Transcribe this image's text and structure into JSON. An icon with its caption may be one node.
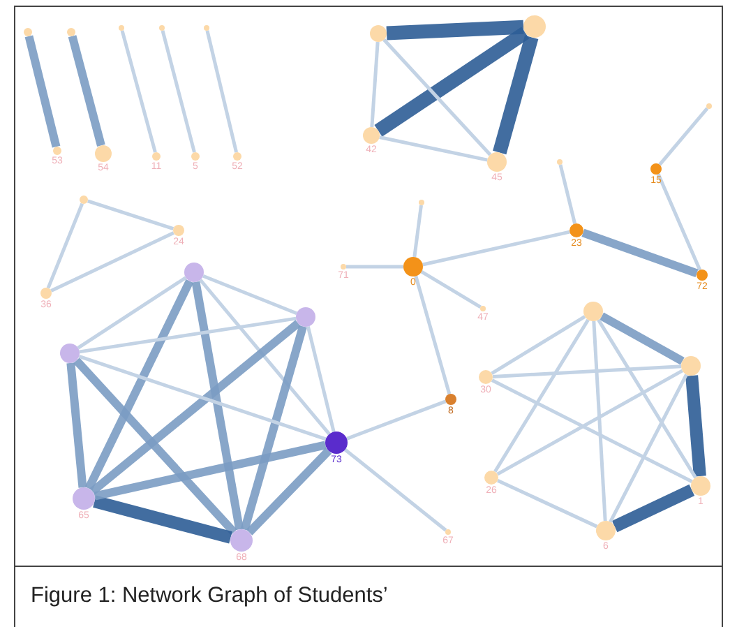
{
  "diagram": {
    "caption": "Figure 1: Network Graph of Students’",
    "nodes": [
      {
        "text": [],
        "shape": "circle"
      },
      {
        "text": [],
        "shape": "circle"
      },
      {
        "text": [],
        "shape": "circle"
      },
      {
        "text": [],
        "shape": "circle"
      },
      {
        "text": [],
        "shape": "circle"
      },
      {
        "text": [],
        "shape": "circle",
        "beside": [
          "53"
        ]
      },
      {
        "text": [],
        "shape": "circle",
        "beside": [
          "54"
        ]
      },
      {
        "text": [],
        "shape": "circle",
        "beside": [
          "11"
        ]
      },
      {
        "text": [],
        "shape": "circle",
        "beside": [
          "5"
        ]
      },
      {
        "text": [],
        "shape": "circle",
        "beside": [
          "52"
        ]
      },
      {
        "text": [],
        "shape": "circle"
      },
      {
        "text": [],
        "shape": "circle"
      },
      {
        "text": [],
        "shape": "circle",
        "beside": [
          "42"
        ]
      },
      {
        "text": [],
        "shape": "circle",
        "beside": [
          "45"
        ]
      },
      {
        "text": [],
        "shape": "circle"
      },
      {
        "text": [],
        "shape": "circle"
      },
      {
        "text": [],
        "shape": "circle",
        "beside": [
          "15"
        ]
      },
      {
        "text": [],
        "shape": "circle"
      },
      {
        "text": [],
        "shape": "circle"
      },
      {
        "text": [],
        "shape": "circle",
        "beside": [
          "23"
        ]
      },
      {
        "text": [],
        "shape": "circle",
        "beside": [
          "24"
        ]
      },
      {
        "text": [],
        "shape": "circle",
        "beside": [
          "0"
        ]
      },
      {
        "text": [],
        "shape": "circle",
        "beside": [
          "71"
        ]
      },
      {
        "text": [],
        "shape": "circle"
      },
      {
        "text": [],
        "shape": "circle",
        "beside": [
          "72"
        ]
      },
      {
        "text": [],
        "shape": "circle",
        "beside": [
          "36"
        ]
      },
      {
        "text": [],
        "shape": "circle",
        "beside": [
          "47"
        ]
      },
      {
        "text": [],
        "shape": "circle"
      },
      {
        "text": [],
        "shape": "circle"
      },
      {
        "text": [],
        "shape": "circle"
      },
      {
        "text": [],
        "shape": "circle"
      },
      {
        "text": [],
        "shape": "circle",
        "beside": [
          "30"
        ]
      },
      {
        "text": [],
        "shape": "circle",
        "beside": [
          "8"
        ]
      },
      {
        "text": [],
        "shape": "circle",
        "beside": [
          "73"
        ]
      },
      {
        "text": [],
        "shape": "circle",
        "beside": [
          "26"
        ]
      },
      {
        "text": [],
        "shape": "circle",
        "beside": [
          "1"
        ]
      },
      {
        "text": [],
        "shape": "circle",
        "beside": [
          "65"
        ]
      },
      {
        "text": [],
        "shape": "circle",
        "beside": [
          "67"
        ]
      },
      {
        "text": [],
        "shape": "circle",
        "beside": [
          "6"
        ]
      },
      {
        "text": [],
        "shape": "circle",
        "beside": [
          "68"
        ]
      }
    ],
    "edges": [
      {
        "from": 0,
        "to": 5,
        "arrow": "none",
        "style": "thick",
        "color": "#7b9cc3"
      },
      {
        "from": 1,
        "to": 6,
        "arrow": "none",
        "style": "thick",
        "color": "#7b9cc3"
      },
      {
        "from": 2,
        "to": 7,
        "arrow": "none"
      },
      {
        "from": 3,
        "to": 8,
        "arrow": "none"
      },
      {
        "from": 4,
        "to": 9,
        "arrow": "none"
      },
      {
        "from": 10,
        "to": 11,
        "arrow": "none",
        "style": "thick",
        "color": "#2e5d96"
      },
      {
        "from": 12,
        "to": 11,
        "arrow": "none",
        "style": "thick",
        "color": "#2e5d96"
      },
      {
        "from": 13,
        "to": 11,
        "arrow": "none",
        "style": "thick",
        "color": "#2e5d96"
      },
      {
        "from": 10,
        "to": 12,
        "arrow": "none"
      },
      {
        "from": 10,
        "to": 13,
        "arrow": "none"
      },
      {
        "from": 12,
        "to": 13,
        "arrow": "none"
      },
      {
        "from": 14,
        "to": 16,
        "arrow": "none"
      },
      {
        "from": 16,
        "to": 24,
        "arrow": "none"
      },
      {
        "from": 15,
        "to": 19,
        "arrow": "none"
      },
      {
        "from": 19,
        "to": 24,
        "arrow": "none",
        "style": "thick",
        "color": "#7b9cc3"
      },
      {
        "from": 21,
        "to": 19,
        "arrow": "none"
      },
      {
        "from": 21,
        "to": 17,
        "arrow": "none"
      },
      {
        "from": 21,
        "to": 22,
        "arrow": "none"
      },
      {
        "from": 21,
        "to": 26,
        "arrow": "none"
      },
      {
        "from": 21,
        "to": 32,
        "arrow": "none"
      },
      {
        "from": 18,
        "to": 20,
        "arrow": "none"
      },
      {
        "from": 18,
        "to": 25,
        "arrow": "none"
      },
      {
        "from": 20,
        "to": 25,
        "arrow": "none"
      },
      {
        "from": 23,
        "to": 28,
        "arrow": "none"
      },
      {
        "from": 23,
        "to": 29,
        "arrow": "none"
      },
      {
        "from": 23,
        "to": 36,
        "arrow": "none",
        "style": "thick",
        "color": "#7b9cc3"
      },
      {
        "from": 23,
        "to": 39,
        "arrow": "none",
        "style": "thick",
        "color": "#7b9cc3"
      },
      {
        "from": 23,
        "to": 33,
        "arrow": "none"
      },
      {
        "from": 28,
        "to": 29,
        "arrow": "none"
      },
      {
        "from": 28,
        "to": 36,
        "arrow": "none",
        "style": "thick",
        "color": "#7b9cc3"
      },
      {
        "from": 28,
        "to": 39,
        "arrow": "none",
        "style": "thick",
        "color": "#7b9cc3"
      },
      {
        "from": 28,
        "to": 33,
        "arrow": "none"
      },
      {
        "from": 29,
        "to": 36,
        "arrow": "none",
        "style": "thick",
        "color": "#7b9cc3"
      },
      {
        "from": 29,
        "to": 39,
        "arrow": "none",
        "style": "thick",
        "color": "#7b9cc3"
      },
      {
        "from": 29,
        "to": 33,
        "arrow": "none"
      },
      {
        "from": 36,
        "to": 39,
        "arrow": "none",
        "style": "thick",
        "color": "#2e5d96"
      },
      {
        "from": 36,
        "to": 33,
        "arrow": "none",
        "style": "thick",
        "color": "#7b9cc3"
      },
      {
        "from": 39,
        "to": 33,
        "arrow": "none",
        "style": "thick",
        "color": "#7b9cc3"
      },
      {
        "from": 33,
        "to": 32,
        "arrow": "none"
      },
      {
        "from": 33,
        "to": 37,
        "arrow": "none"
      },
      {
        "from": 27,
        "to": 30,
        "arrow": "none",
        "style": "thick",
        "color": "#7b9cc3"
      },
      {
        "from": 30,
        "to": 35,
        "arrow": "none",
        "style": "thick",
        "color": "#2e5d96"
      },
      {
        "from": 35,
        "to": 38,
        "arrow": "none",
        "style": "thick",
        "color": "#2e5d96"
      },
      {
        "from": 27,
        "to": 31,
        "arrow": "none"
      },
      {
        "from": 27,
        "to": 34,
        "arrow": "none"
      },
      {
        "from": 27,
        "to": 38,
        "arrow": "none"
      },
      {
        "from": 27,
        "to": 35,
        "arrow": "none"
      },
      {
        "from": 31,
        "to": 30,
        "arrow": "none"
      },
      {
        "from": 31,
        "to": 35,
        "arrow": "none"
      },
      {
        "from": 34,
        "to": 30,
        "arrow": "none"
      },
      {
        "from": 34,
        "to": 38,
        "arrow": "none"
      },
      {
        "from": 38,
        "to": 30,
        "arrow": "none"
      }
    ]
  }
}
